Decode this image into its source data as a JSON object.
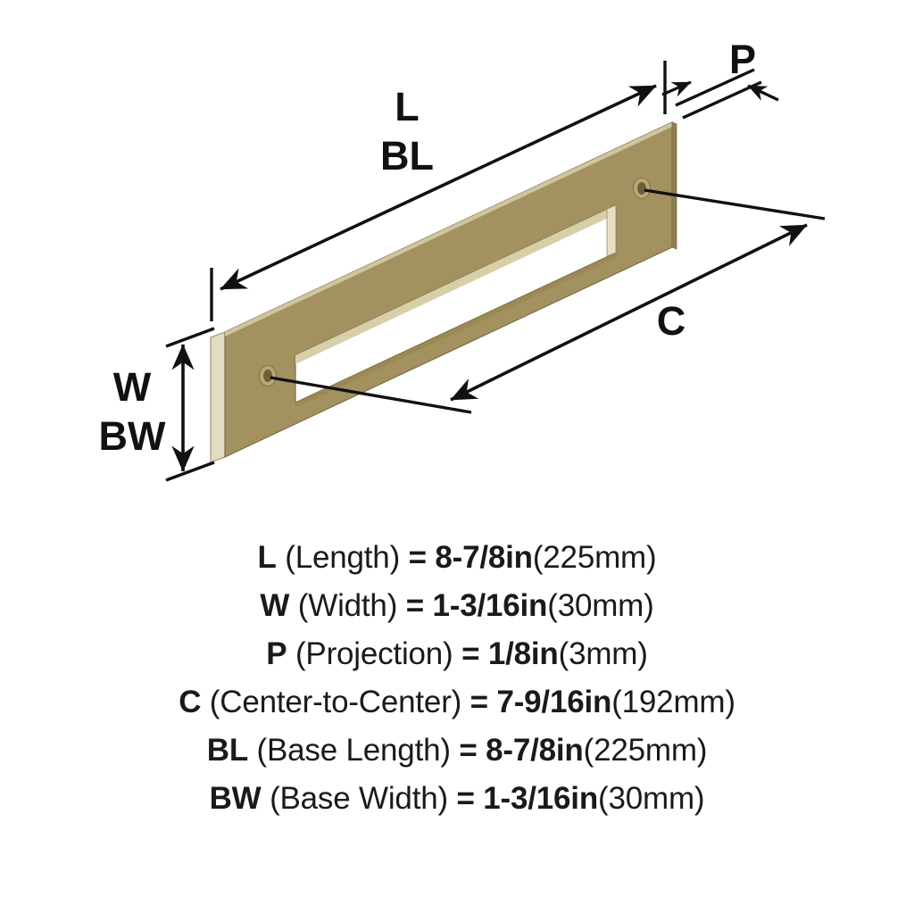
{
  "product": {
    "type": "cabinet-pull-dimension-diagram",
    "finish_color": "#a3915f",
    "finish_edge_color": "#ded7bb",
    "finish_shadow_color": "#8f8053",
    "line_color": "#111111",
    "background": "#ffffff"
  },
  "diagram": {
    "labels": {
      "length": "L",
      "base_length": "BL",
      "width": "W",
      "base_width": "BW",
      "projection": "P",
      "center_to_center": "C"
    }
  },
  "specs": [
    {
      "code": "L",
      "name": "(Length)",
      "equals": "=",
      "imperial": "8-7/8in",
      "metric": "(225mm)"
    },
    {
      "code": "W",
      "name": "(Width)",
      "equals": "=",
      "imperial": "1-3/16in",
      "metric": "(30mm)"
    },
    {
      "code": "P",
      "name": "(Projection)",
      "equals": "=",
      "imperial": "1/8in",
      "metric": "(3mm)"
    },
    {
      "code": "C",
      "name": "(Center-to-Center)",
      "equals": "=",
      "imperial": "7-9/16in",
      "metric": "(192mm)"
    },
    {
      "code": "BL",
      "name": "(Base Length)",
      "equals": "=",
      "imperial": "8-7/8in",
      "metric": "(225mm)"
    },
    {
      "code": "BW",
      "name": "(Base Width)",
      "equals": "=",
      "imperial": "1-3/16in",
      "metric": "(30mm)"
    }
  ]
}
